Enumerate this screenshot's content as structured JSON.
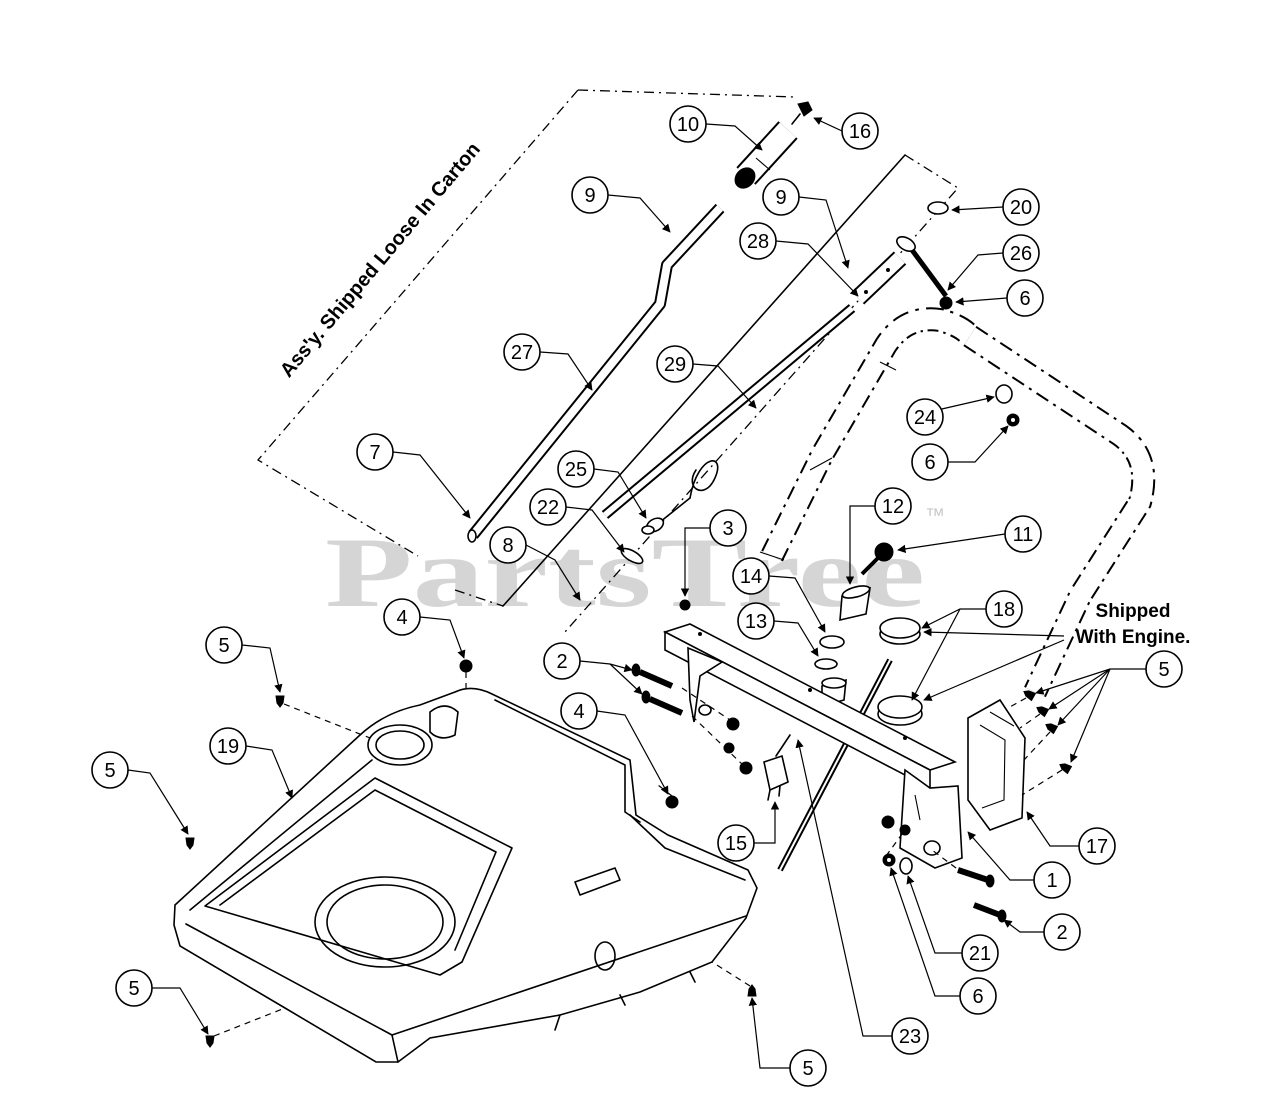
{
  "diagram": {
    "loose_assembly_label": "Ass'y. Shipped Loose In Carton",
    "engine_label_line1": "Shipped",
    "engine_label_line2": "With Engine."
  },
  "watermark": {
    "text": "PartsTree",
    "trademark": "™"
  },
  "callouts": [
    "10",
    "16",
    "9",
    "9",
    "20",
    "28",
    "26",
    "6",
    "27",
    "29",
    "24",
    "6",
    "7",
    "25",
    "22",
    "12",
    "11",
    "8",
    "3",
    "14",
    "13",
    "18",
    "5",
    "4",
    "5",
    "2",
    "4",
    "19",
    "5",
    "15",
    "17",
    "1",
    "2",
    "21",
    "6",
    "5",
    "23",
    "5"
  ],
  "colors": {
    "ink": "#000000",
    "watermark": "#c8c8c8",
    "background": "#ffffff"
  }
}
